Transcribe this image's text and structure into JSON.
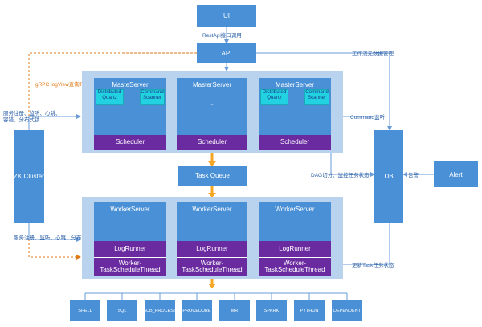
{
  "ui": "UI",
  "restapi": "RestApi接口调用",
  "api": "API",
  "grpc": "gRPC logView查询Task日志信息",
  "workflow_meta": "工作流元数据管理",
  "zk_reg_top": "服务注册、监听、心跳、\n容错、分布式锁",
  "zk": "ZK Cluster",
  "zk_reg_bottom": "服务注册、监听、心跳、分布式锁",
  "master_servers": [
    {
      "title": "MasteServer",
      "dq": "Distributed\nQuartz",
      "cs": "Command\nScanner",
      "footer": "Scheduler"
    },
    {
      "title": "MasterServer",
      "dots": "...",
      "footer": "Scheduler"
    },
    {
      "title": "MasterServer",
      "dq": "Distributed\nQuartz",
      "cs": "Command\nScanner",
      "footer": "Scheduler"
    }
  ],
  "command_monitor": "Command监听",
  "task_queue": "Task Queue",
  "dag": "DAG切分、监控任务状态",
  "db": "DB",
  "alert": "Alert",
  "alarm": "告警",
  "worker_servers": [
    {
      "title": "WorkerServer",
      "logrunner": "LogRunner",
      "thread": "Worker-\nTaskScheduleThread"
    },
    {
      "title": "WorkerServer",
      "logrunner": "LogRunner",
      "thread": "Worker-\nTaskScheduleThread"
    },
    {
      "title": "WorkerServer",
      "logrunner": "LogRunner",
      "thread": "Worker-\nTaskScheduleThread"
    }
  ],
  "update_task": "更新Task任务状态",
  "task_types": [
    "SHELL",
    "SQL",
    "SUB_PROCESS",
    "PROCEDURE",
    "MR",
    "SPARK",
    "PYTHON",
    "DEPENDENT"
  ],
  "colors": {
    "box": "#4a90d6",
    "panel": "#b9d2ee",
    "purple": "#6a2aa0",
    "cyan": "#22d2e0",
    "arrow_orange": "#f5a623",
    "dash_orange": "#e07a1a",
    "label_blue": "#2b5fa6"
  }
}
